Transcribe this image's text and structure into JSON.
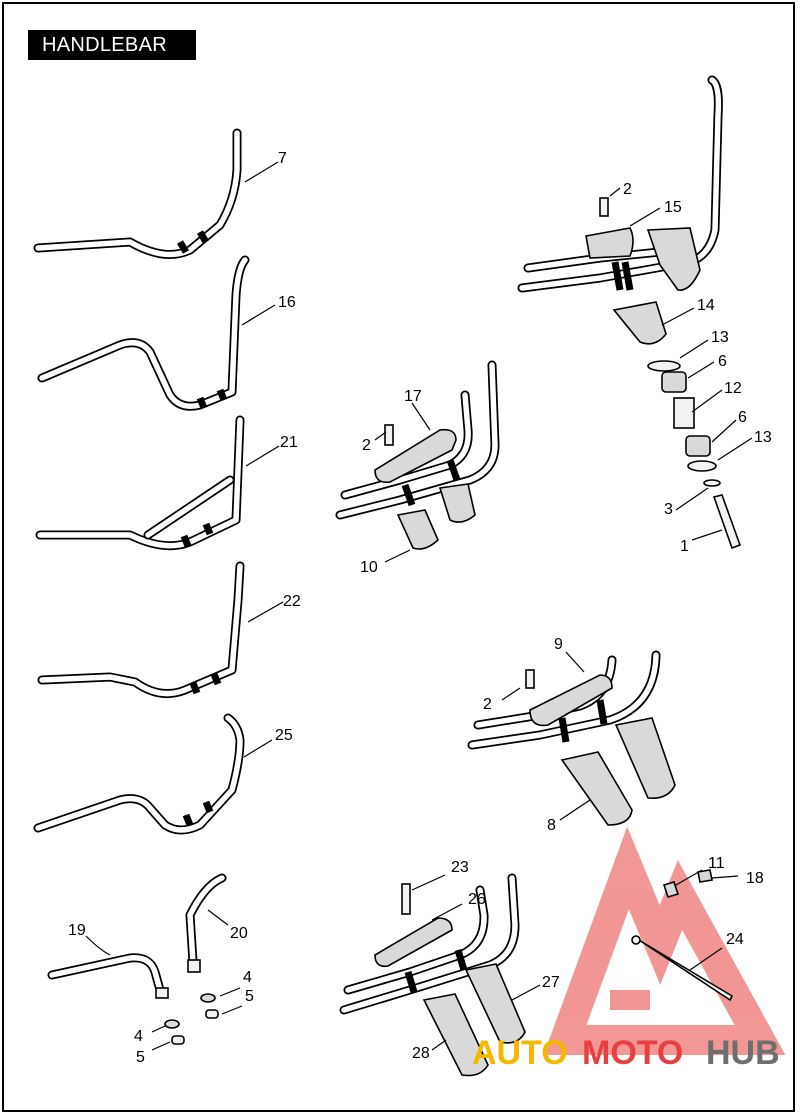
{
  "title": "HANDLEBAR",
  "part_labels": {
    "p1": "1",
    "p2a": "2",
    "p2b": "2",
    "p2c": "2",
    "p3": "3",
    "p4a": "4",
    "p4b": "4",
    "p5a": "5",
    "p5b": "5",
    "p6a": "6",
    "p6b": "6",
    "p7": "7",
    "p8": "8",
    "p9": "9",
    "p10": "10",
    "p11": "11",
    "p12": "12",
    "p13a": "13",
    "p13b": "13",
    "p14": "14",
    "p15": "15",
    "p16": "16",
    "p17": "17",
    "p18": "18",
    "p19": "19",
    "p20": "20",
    "p21": "21",
    "p22": "22",
    "p23": "23",
    "p24": "24",
    "p25": "25",
    "p26": "26",
    "p27": "27",
    "p28": "28"
  },
  "watermark": {
    "part1": "AUTO",
    "part2": "MOTO",
    "part3": "HUB",
    "color_orange": "#f5b800",
    "color_red": "#e84040",
    "color_gray": "#6e6e6e"
  }
}
